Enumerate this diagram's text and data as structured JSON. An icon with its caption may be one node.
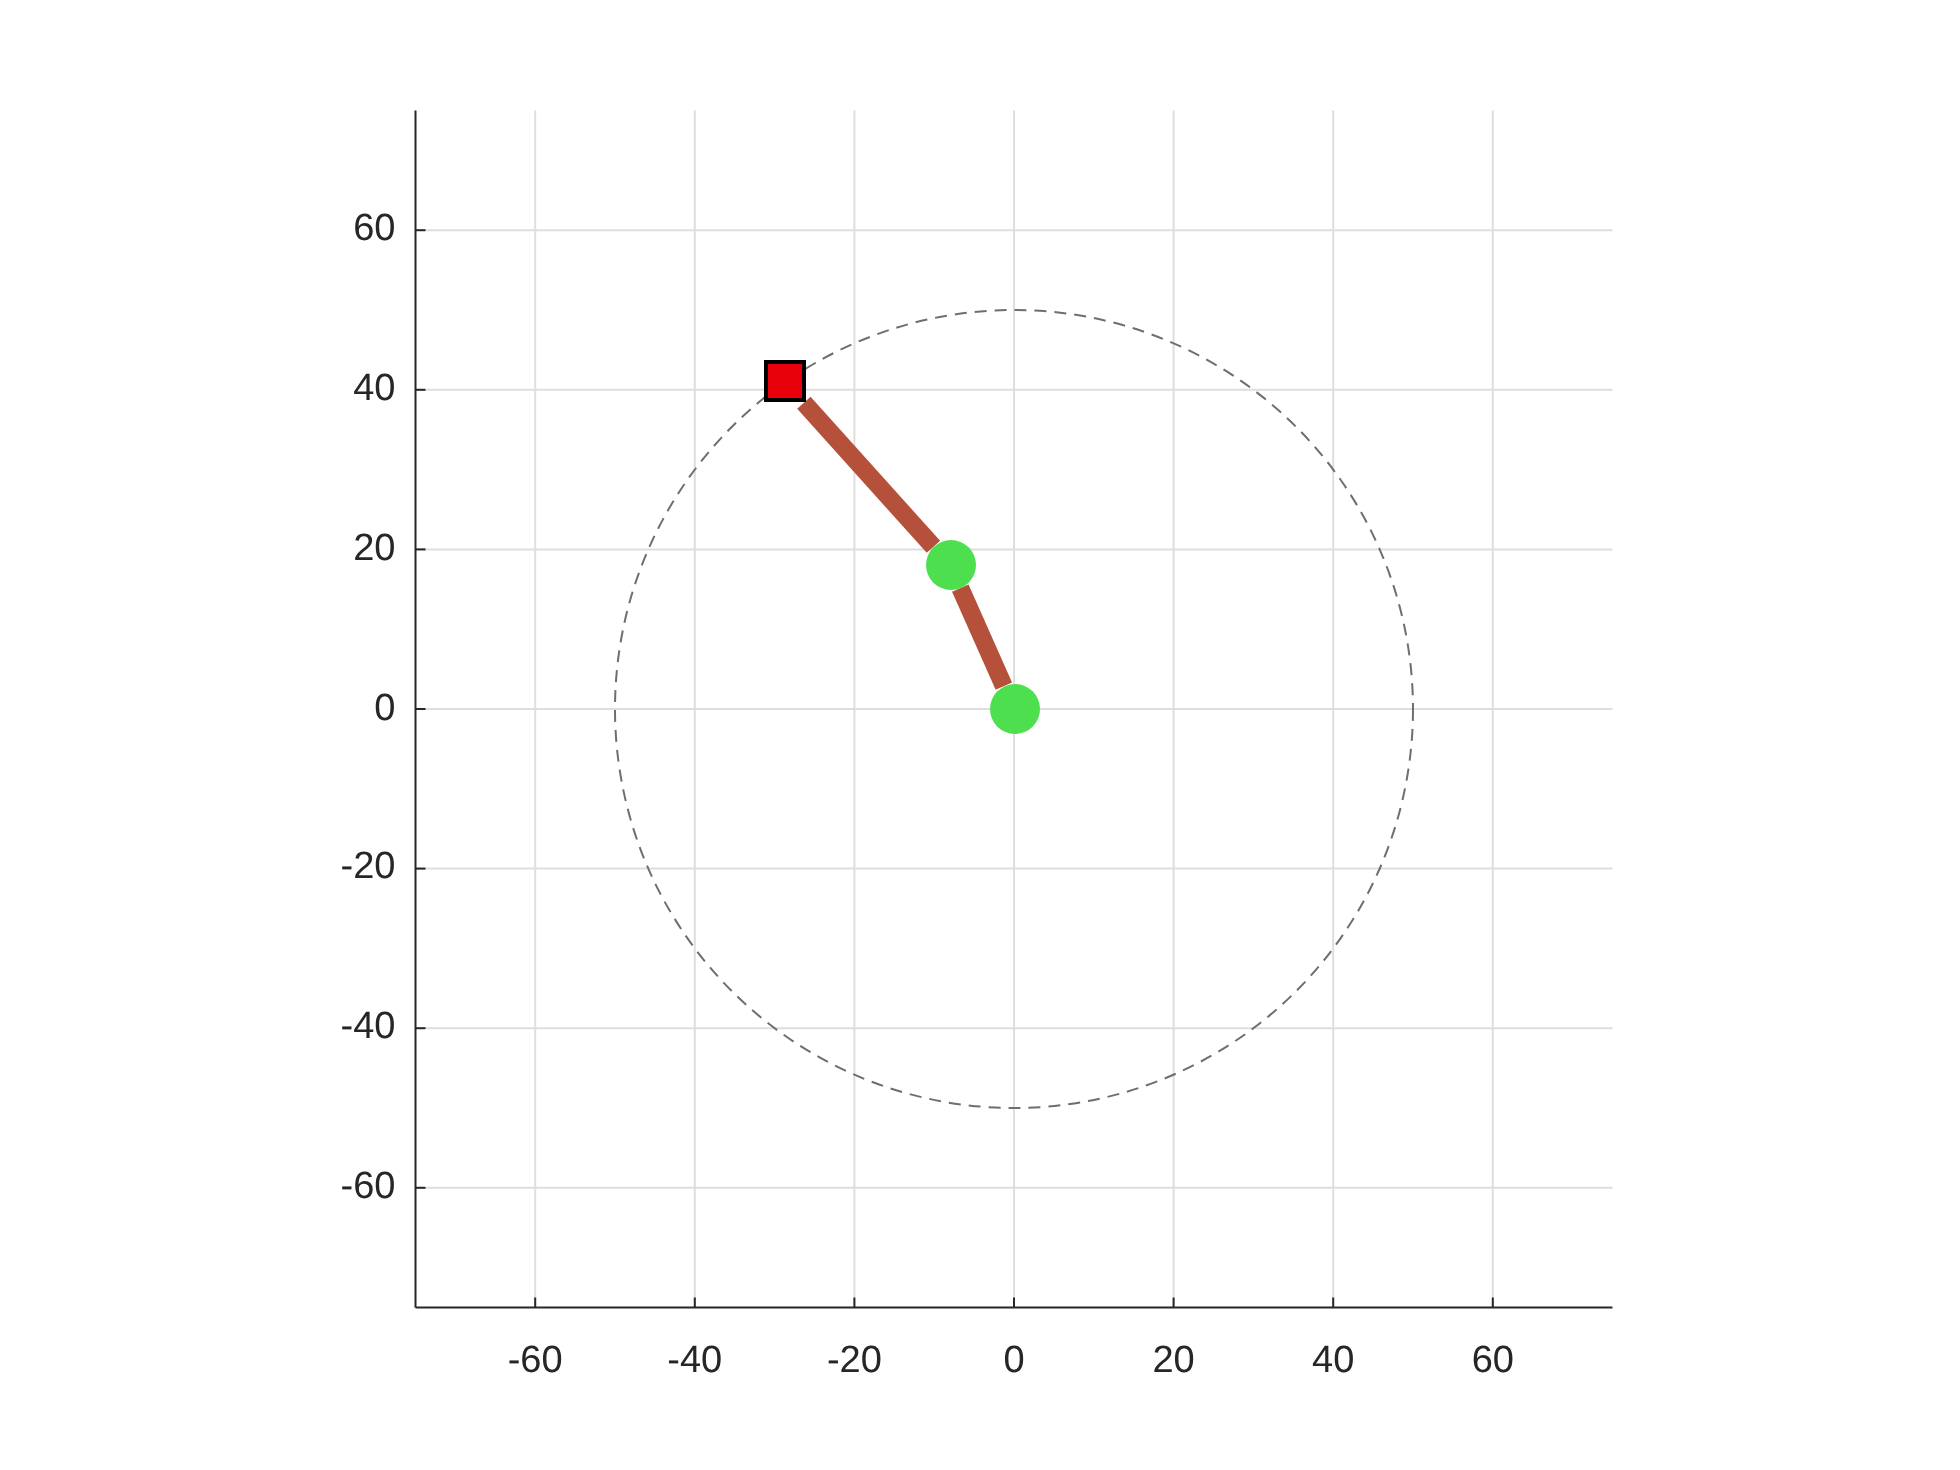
{
  "diagram": {
    "nodes": [
      {
        "text": [],
        "shape": "circle"
      },
      {
        "text": [],
        "shape": "circle"
      },
      {
        "text": [],
        "shape": "box"
      }
    ],
    "edges": [
      {
        "from": 0,
        "to": 1,
        "arrow": "none"
      },
      {
        "from": 1,
        "to": 2,
        "arrow": "none"
      }
    ],
    "labels": [
      "60",
      "40",
      "20",
      "0",
      "-20",
      "-40",
      "-60",
      "-60",
      "-40",
      "-20",
      "0",
      "20",
      "40",
      "60"
    ]
  }
}
